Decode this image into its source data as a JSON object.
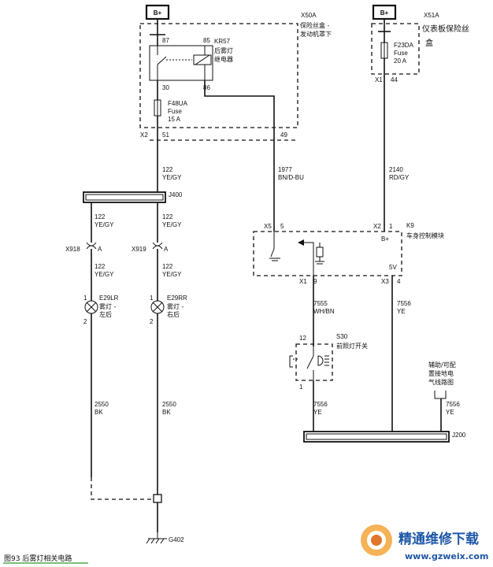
{
  "supply": {
    "left": "B+",
    "right": "B+"
  },
  "fuse_block_engine": {
    "code": "X50A",
    "name_line1": "保险丝盒 -",
    "name_line2": "发动机罩下"
  },
  "relay": {
    "code": "KR57",
    "name_line1": "后雾灯",
    "name_line2": "继电器",
    "pin87": "87",
    "pin85": "85",
    "pin30": "30",
    "pin86": "86"
  },
  "fuse_f48ua": {
    "code": "F48UA",
    "type": "Fuse",
    "rating": "15 A"
  },
  "connector_x2_left": {
    "code": "X2",
    "pin51": "51",
    "pin49": "49"
  },
  "fuse_block_ip": {
    "code": "X51A",
    "name_line1": "仪表板保险丝",
    "name_line2": "盒"
  },
  "fuse_f23da": {
    "code": "F23DA",
    "type": "Fuse",
    "rating": "20 A"
  },
  "connector_x1_right": {
    "code": "X1",
    "pin": "44"
  },
  "wire_122_a": {
    "number": "122",
    "color": "YE/GY"
  },
  "wire_1977": {
    "number": "1977",
    "color": "BN/D-BU"
  },
  "wire_2140": {
    "number": "2140",
    "color": "RD/GY"
  },
  "splice_j400": "J400",
  "wire_122_b": {
    "number": "122",
    "color": "YE/GY"
  },
  "wire_122_c": {
    "number": "122",
    "color": "YE/GY"
  },
  "connector_x918": {
    "code": "X918",
    "pin": "A"
  },
  "connector_x919": {
    "code": "X919",
    "pin": "A"
  },
  "wire_122_d": {
    "number": "122",
    "color": "YE/GY"
  },
  "wire_122_e": {
    "number": "122",
    "color": "YE/GY"
  },
  "lamp_left": {
    "code": "E29LR",
    "name_line1": "雾灯 -",
    "name_line2": "左后",
    "pin1": "1",
    "pin2": "2"
  },
  "lamp_right": {
    "code": "E29RR",
    "name_line1": "雾灯 -",
    "name_line2": "右后",
    "pin1": "1",
    "pin2": "2"
  },
  "wire_2550_a": {
    "number": "2550",
    "color": "BK"
  },
  "wire_2550_b": {
    "number": "2550",
    "color": "BK"
  },
  "ground": "G402",
  "bcm": {
    "code": "K9",
    "name": "车身控制模块",
    "x5": "X5",
    "x5_pin": "5",
    "x2": "X2",
    "x2_pin": "1",
    "bplus": "B+",
    "v5": "5V",
    "x1": "X1",
    "x1_pin": "9",
    "x3": "X3",
    "x3_pin": "4"
  },
  "wire_7555": {
    "number": "7555",
    "color": "WH/BN"
  },
  "wire_7556_a": {
    "number": "7556",
    "color": "YE"
  },
  "switch_s30": {
    "code": "S30",
    "name": "前照灯开关",
    "pin12": "12",
    "pin1": "1"
  },
  "wire_7556_b": {
    "number": "7556",
    "color": "YE"
  },
  "wire_7556_c": {
    "number": "7556",
    "color": "YE"
  },
  "ref_note": {
    "line1": "辅助/可配",
    "line2": "置接地电",
    "line3": "气线路图"
  },
  "splice_j200": "J200",
  "caption": "图93  后雾灯相关电路",
  "watermark": {
    "cn": "精通维修下载",
    "url": "www.gzweix.com"
  }
}
